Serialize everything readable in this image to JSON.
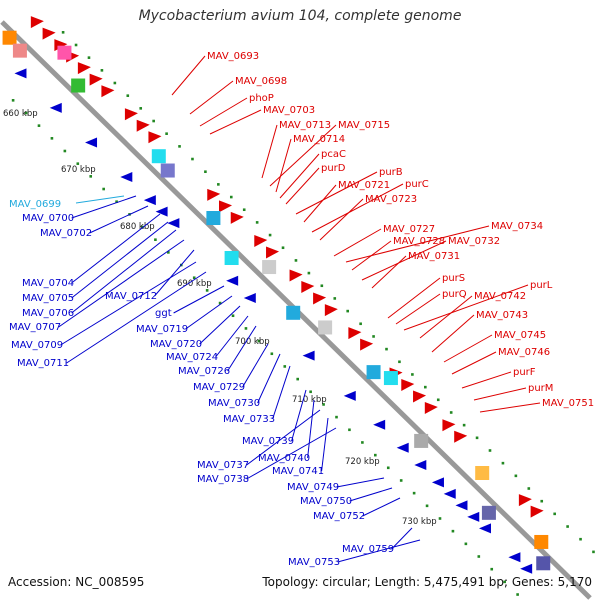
{
  "title": "Mycobacterium avium 104, complete genome",
  "footer": {
    "accession": "Accession: NC_008595",
    "summary": "Topology: circular; Length: 5,475,491 bp; Genes: 5,170"
  },
  "colors": {
    "forward": "#dd0000",
    "reverse": "#0000cc",
    "highlight": "#22aadd",
    "backbone": "#999999",
    "tick": "#228822"
  },
  "kbp_ticks": [
    "660 kbp",
    "670 kbp",
    "680 kbp",
    "690 kbp",
    "700 kbp",
    "710 kbp",
    "720 kbp",
    "730 kbp"
  ],
  "forward_labels": [
    "MAV_0693",
    "MAV_0698",
    "phoP",
    "MAV_0703",
    "MAV_0713",
    "MAV_0715",
    "MAV_0714",
    "pcaC",
    "purD",
    "purB",
    "MAV_0721",
    "purC",
    "MAV_0723",
    "MAV_0727",
    "MAV_0734",
    "MAV_0728",
    "MAV_0732",
    "MAV_0731",
    "purS",
    "purL",
    "purQ",
    "MAV_0742",
    "MAV_0743",
    "MAV_0745",
    "MAV_0746",
    "purF",
    "purM",
    "MAV_0751"
  ],
  "highlight_labels": [
    "MAV_0699"
  ],
  "reverse_labels": [
    "MAV_0700",
    "MAV_0702",
    "MAV_0704",
    "MAV_0705",
    "MAV_0706",
    "MAV_0707",
    "MAV_0712",
    "MAV_0709",
    "MAV_0711",
    "ggt",
    "MAV_0719",
    "MAV_0720",
    "MAV_0724",
    "MAV_0726",
    "MAV_0729",
    "MAV_0730",
    "MAV_0733",
    "MAV_0739",
    "MAV_0740",
    "MAV_0737",
    "MAV_0741",
    "MAV_0738",
    "MAV_0749",
    "MAV_0750",
    "MAV_0752",
    "MAV_0759",
    "MAV_0753"
  ]
}
